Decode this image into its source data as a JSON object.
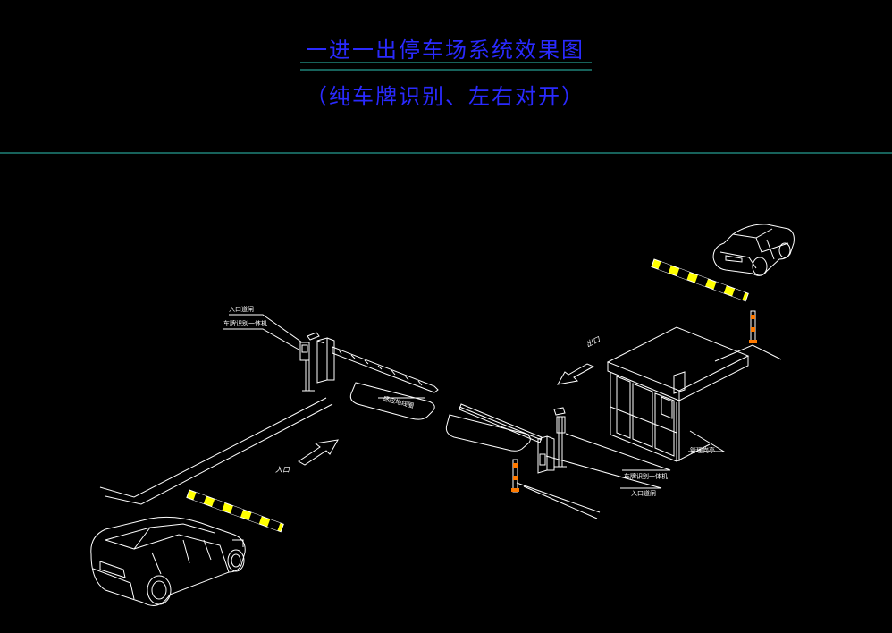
{
  "title": {
    "line1": "一进一出停车场系统效果图",
    "line2": "（纯车牌识别、左右对开）"
  },
  "labels": {
    "entrance_gate": "入口道闸",
    "entrance_lpr_camera": "车牌识别一体机",
    "sensor_coil": "感应地线圈",
    "entrance_word": "入口",
    "exit_word": "出口",
    "right_lpr_camera": "车牌识别一体机",
    "right_gate": "入口道闸",
    "booth": "管理岗亭"
  },
  "colors": {
    "background": "#000000",
    "title": "#2a2aff",
    "divider": "#2ec4b6",
    "lines": "#ffffff",
    "barrier_yellow": "#ffff00"
  }
}
